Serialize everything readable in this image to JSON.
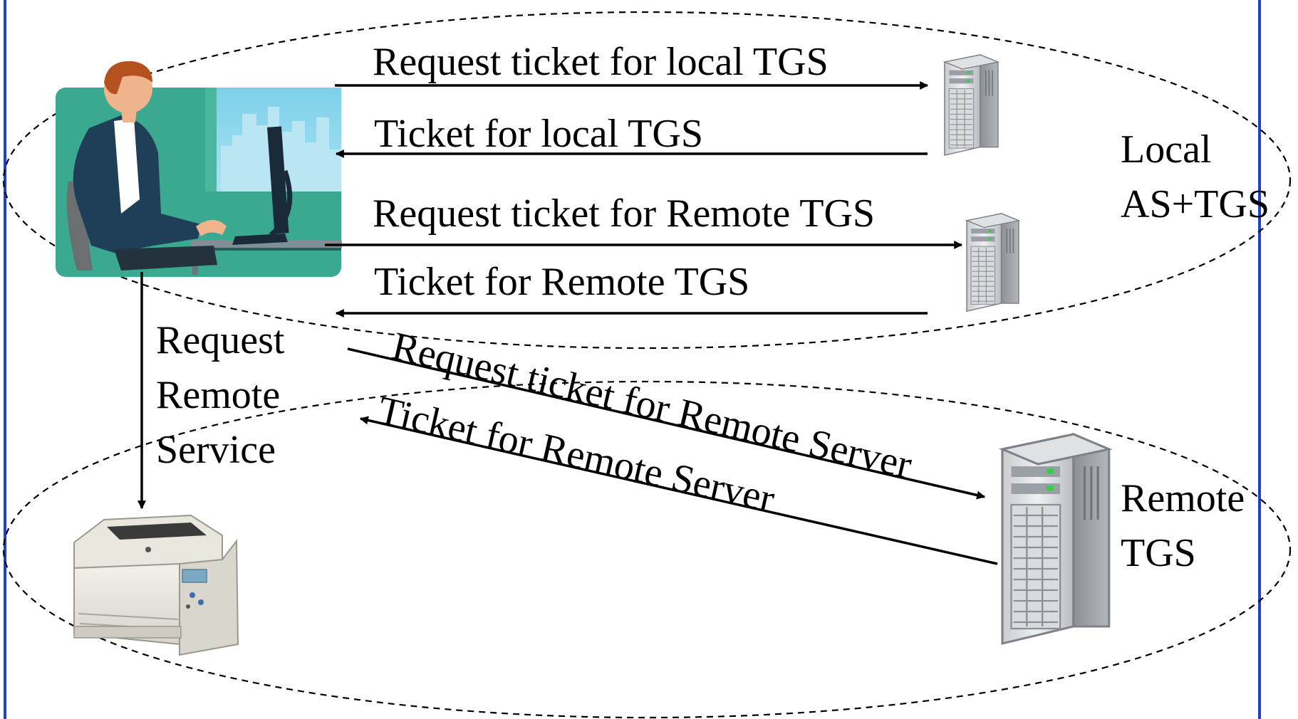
{
  "arrows": {
    "req_local_tgs": "Request ticket for local TGS",
    "ticket_local_tgs": "Ticket for local TGS",
    "req_remote_tgs": "Request ticket for Remote TGS",
    "ticket_remote_tgs": "Ticket for Remote TGS",
    "req_remote_server": "Request ticket for Remote Server",
    "ticket_remote_server": "Ticket for Remote Server"
  },
  "request_remote_service": [
    "Request",
    "Remote",
    "Service"
  ],
  "zones": {
    "local": [
      "Local",
      "AS+TGS"
    ],
    "remote": [
      "Remote",
      "TGS"
    ]
  },
  "icons": {
    "user": "user-at-computer-icon",
    "local_as_server": "server-tower-icon",
    "local_tgs_server": "server-tower-icon",
    "remote_tgs_server": "server-tower-icon",
    "remote_service": "printer-icon"
  },
  "colors": {
    "frame_border": "#1f3fcc",
    "user_card_bg": "#3aa98f"
  }
}
